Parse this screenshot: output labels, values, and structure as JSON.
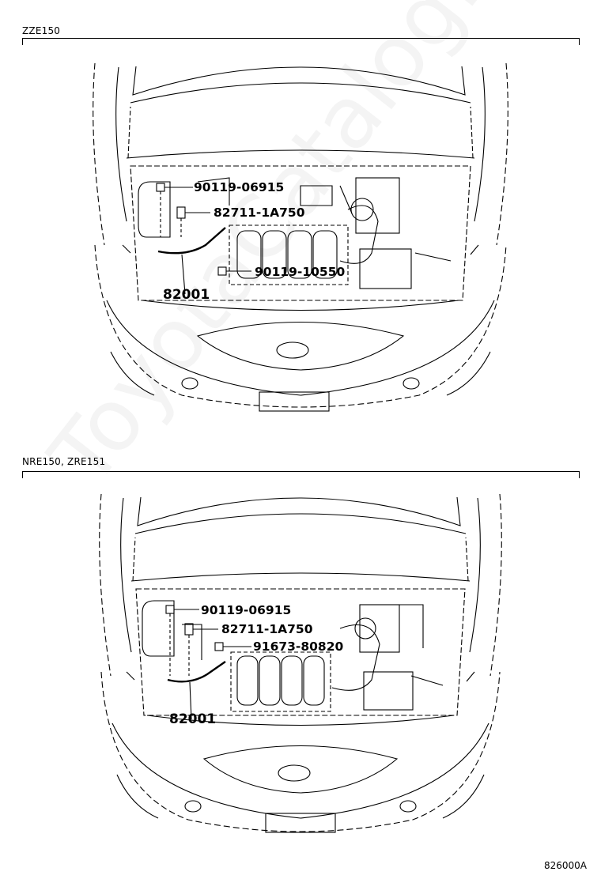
{
  "watermark": "ToyotaCatalog.ru",
  "sections": [
    {
      "label": "ZZE150",
      "callouts": [
        {
          "part": "90119-06915"
        },
        {
          "part": "82711-1A750"
        },
        {
          "part": "90119-10550"
        }
      ],
      "assembly": "82001"
    },
    {
      "label": "NRE150, ZRE151",
      "callouts": [
        {
          "part": "90119-06915"
        },
        {
          "part": "82711-1A750"
        },
        {
          "part": "91673-80820"
        }
      ],
      "assembly": "82001"
    }
  ],
  "illustration_code": "826000A"
}
